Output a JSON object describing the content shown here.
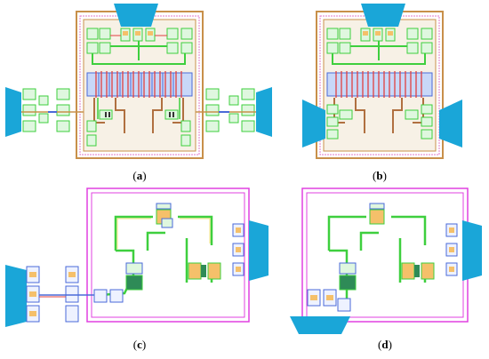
{
  "figure": {
    "panels": [
      {
        "id": "a",
        "label_open": "(",
        "label_letter": "a",
        "label_close": ")"
      },
      {
        "id": "b",
        "label_open": "(",
        "label_letter": "b",
        "label_close": ")"
      },
      {
        "id": "c",
        "label_open": "(",
        "label_letter": "c",
        "label_close": ")"
      },
      {
        "id": "d",
        "label_open": "(",
        "label_letter": "d",
        "label_close": ")"
      }
    ]
  },
  "colors": {
    "pad": "#1aa6d8",
    "ring_outer": "#c8904a",
    "ring_inner": "#e07ac8",
    "trace_green": "#3ecf3e",
    "trace_red": "#e04040",
    "trace_brown": "#b07040",
    "device_fill": "#f5c06a",
    "component_blue": "#4a6ad8",
    "cap_green": "#2e8b57",
    "magenta_frame": "#e040e0"
  }
}
